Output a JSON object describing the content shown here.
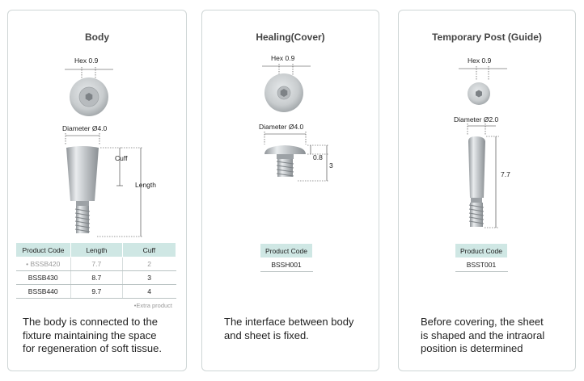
{
  "cards": [
    {
      "title": "Body",
      "hex_label": "Hex 0.9",
      "diameter_label": "Diameter Ø4.0",
      "cuff_label": "Cuff",
      "length_label": "Length",
      "table": {
        "headers": [
          "Product Code",
          "Length",
          "Cuff"
        ],
        "rows": [
          [
            "• BSSB420",
            "7.7",
            "2"
          ],
          [
            "BSSB430",
            "8.7",
            "3"
          ],
          [
            "BSSB440",
            "9.7",
            "4"
          ]
        ]
      },
      "note": "•Extra product",
      "description": "The body is connected to the\nfixture maintaining the space\nfor regeneration of soft tissue."
    },
    {
      "title": "Healing(Cover)",
      "hex_label": "Hex 0.9",
      "diameter_label": "Diameter Ø4.0",
      "dim_top": "0.8",
      "dim_height": "3",
      "table": {
        "header": "Product Code",
        "code": "BSSH001"
      },
      "description": "The interface between body\nand sheet is fixed."
    },
    {
      "title": "Temporary Post (Guide)",
      "hex_label": "Hex 0.9",
      "diameter_label": "Diameter Ø2.0",
      "dim_height": "7.7",
      "table": {
        "header": "Product Code",
        "code": "BSST001"
      },
      "description": "Before covering, the sheet\nis shaped and the intraoral\nposition is determined"
    }
  ],
  "colors": {
    "table_header": "#cfe7e4",
    "border": "#cfd6d6",
    "metal": "#c9cdd0"
  }
}
